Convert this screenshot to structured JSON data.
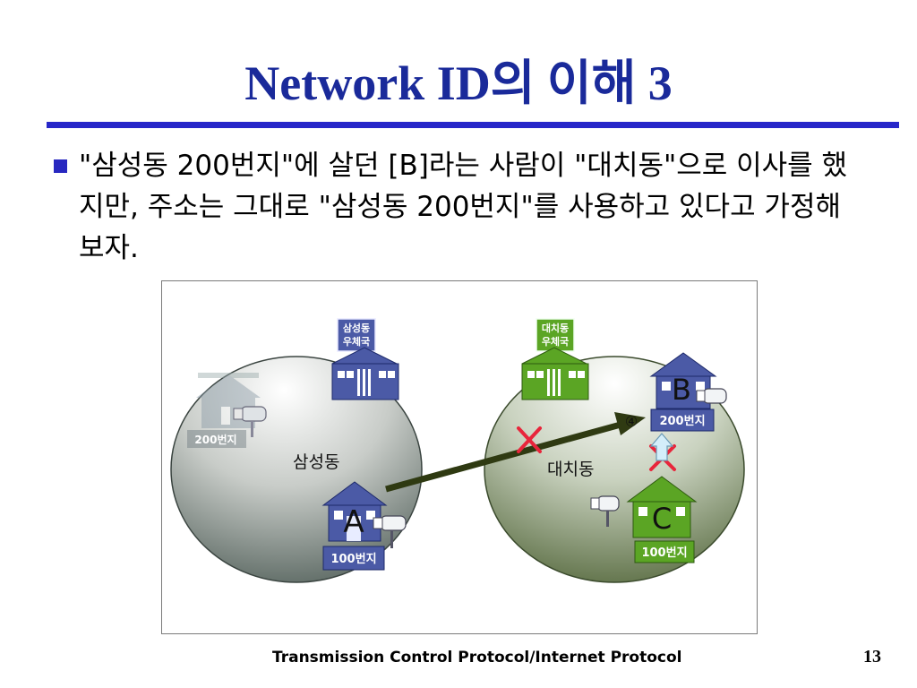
{
  "slide": {
    "title": "Network ID의 이해 3",
    "bullet": "\"삼성동 200번지\"에 살던 [B]라는 사람이 \"대치동\"으로 이사를 했지만, 주소는 그대로 \"삼성동 200번지\"를 사용하고 있다고 가정해 보자.",
    "footer": "Transmission Control Protocol/Internet Protocol",
    "page_number": "13"
  },
  "diagram": {
    "left_region": "삼성동",
    "right_region": "대치동",
    "left_post_office": [
      "삼성동",
      "우체국"
    ],
    "right_post_office": [
      "대치동",
      "우체국"
    ],
    "house_a_letter": "A",
    "house_b_letter": "B",
    "house_c_letter": "C",
    "house_a_address": "100번지",
    "house_b_address": "200번지",
    "house_c_address": "100번지",
    "faded_house_address": "200번지",
    "step_marker": "④",
    "colors": {
      "title": "#1a2a9a",
      "rule": "#2727c9",
      "cross": "#e8253b",
      "arrow": "#2f3a12",
      "green": "#5ba524"
    }
  }
}
